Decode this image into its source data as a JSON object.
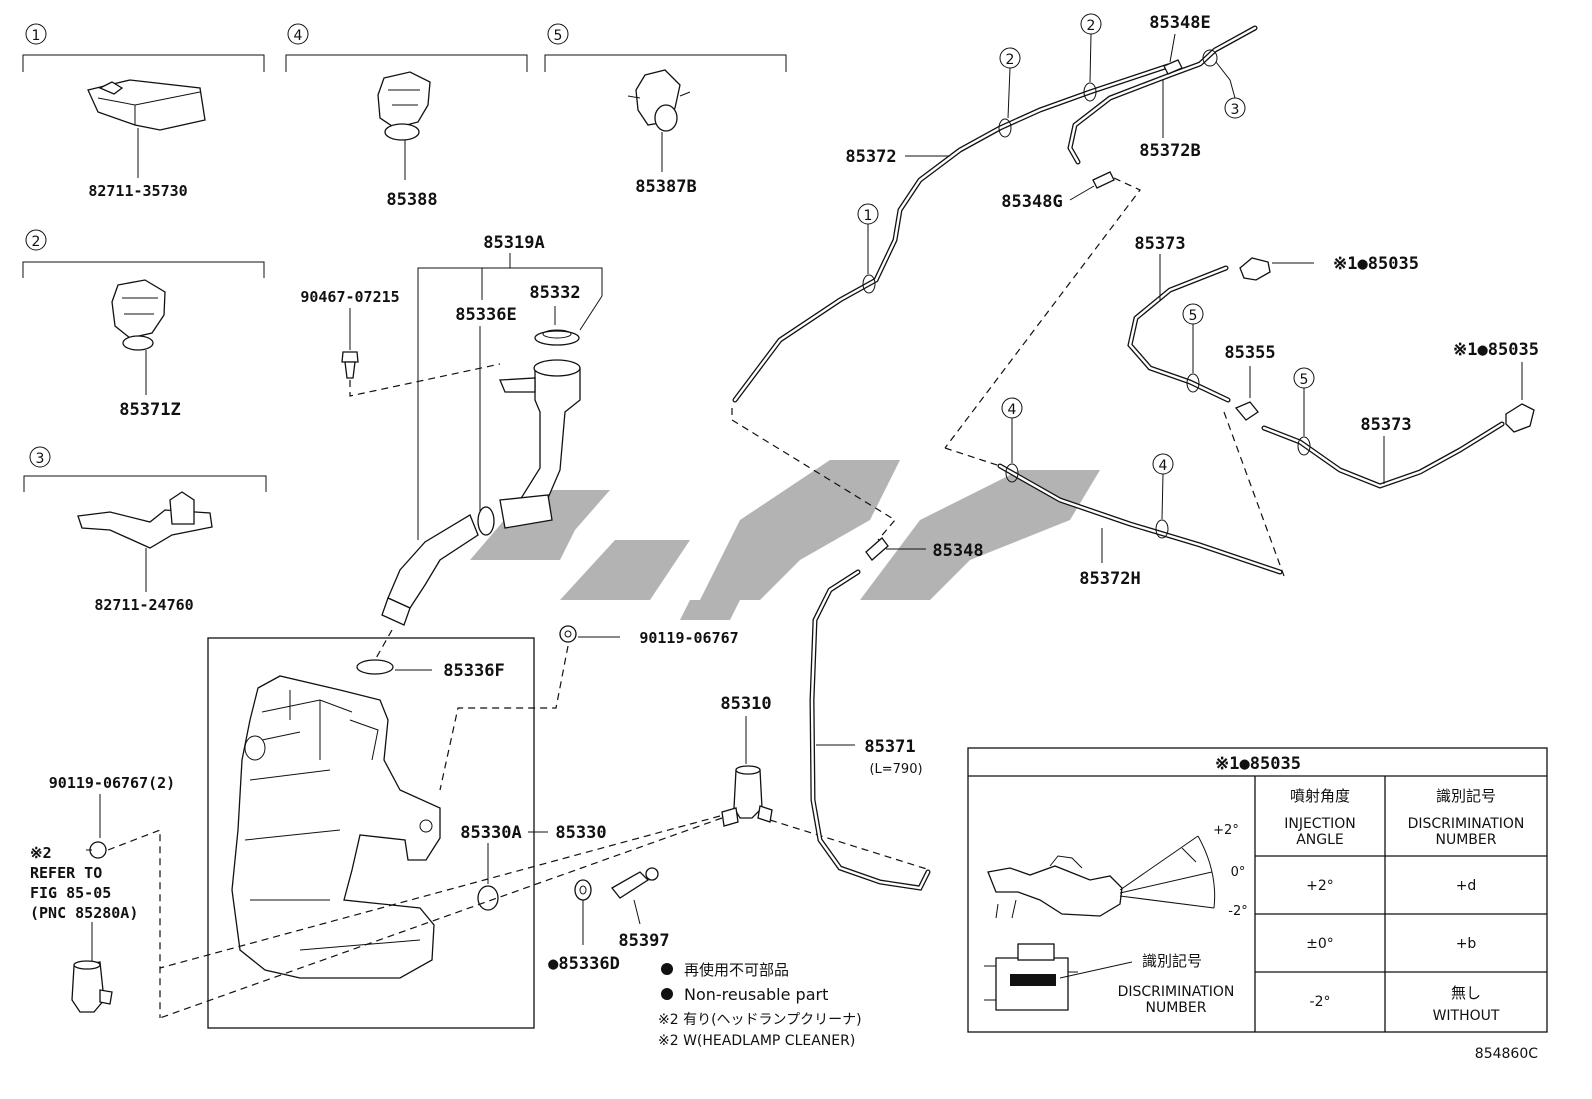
{
  "variant_boxes": [
    {
      "num": "1",
      "part": "82711-35730"
    },
    {
      "num": "4",
      "part": "85388"
    },
    {
      "num": "5",
      "part": "85387B"
    },
    {
      "num": "2",
      "part": "85371Z"
    },
    {
      "num": "3",
      "part": "82711-24760"
    }
  ],
  "labels": {
    "p85372": "85372",
    "p85372B": "85372B",
    "p85348E": "85348E",
    "p85348G": "85348G",
    "p85373_top": "85373",
    "p85035_top": "※1●85035",
    "p85355": "85355",
    "p85035_right": "※1●85035",
    "p85373_right": "85373",
    "p85348": "85348",
    "p85372H": "85372H",
    "p85319A": "85319A",
    "p85332": "85332",
    "p85336E": "85336E",
    "p90467": "90467-07215",
    "p90119_top": "90119-06767",
    "p85336F": "85336F",
    "p85310": "85310",
    "p85371": "85371",
    "p85371_len": "(L=790)",
    "p85330A": "85330A",
    "p85330": "85330",
    "p85336D": "●85336D",
    "p85397": "85397",
    "p90119_left": "90119-06767(2)",
    "ref_1": "※2",
    "ref_2": "REFER TO",
    "ref_3": "FIG 85-05",
    "ref_4": "(PNC 85280A)"
  },
  "circle_marks": {
    "c2a": "2",
    "c2b": "2",
    "c3": "3",
    "c1": "1",
    "c5a": "5",
    "c5b": "5",
    "c4a": "4",
    "c4b": "4"
  },
  "notes": {
    "jp_nonreusable": "再使用不可部品",
    "en_nonreusable": "Non-reusable part",
    "jp_headlamp": "※2 有り(ヘッドランプクリーナ)",
    "en_headlamp": "※2 W(HEADLAMP CLEANER)"
  },
  "nozzle_table": {
    "title": "※1●85035",
    "col1_jp": "噴射角度",
    "col1_en_1": "INJECTION",
    "col1_en_2": "ANGLE",
    "col2_jp": "識別記号",
    "col2_en_1": "DISCRIMINATION",
    "col2_en_2": "NUMBER",
    "rows": [
      {
        "angle": "+2°",
        "number": "+d"
      },
      {
        "angle": "±0°",
        "number": "+b"
      },
      {
        "angle": "-2°",
        "number_jp": "無し",
        "number_en": "WITHOUT"
      }
    ],
    "fig_plus2": "+2°",
    "fig_zero": "0°",
    "fig_minus2": "-2°",
    "fig_disc_jp": "識別記号",
    "fig_disc_en_1": "DISCRIMINATION",
    "fig_disc_en_2": "NUMBER"
  },
  "diagram_code": "854860C"
}
